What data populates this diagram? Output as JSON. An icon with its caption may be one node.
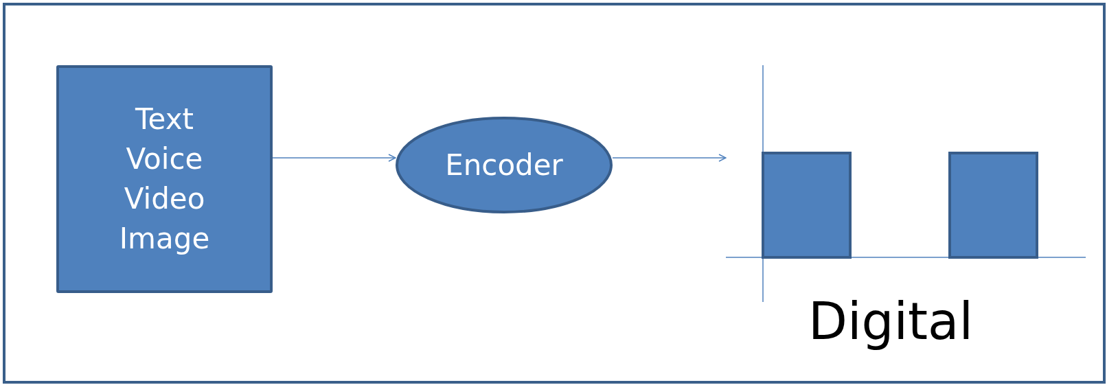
{
  "diagram": {
    "nodes": [
      {
        "text": [
          "Text Voice Video Image"
        ]
      },
      {
        "text": [
          "Encoder"
        ]
      },
      {
        "text": [],
        "shape": "picture",
        "beside": [
          "Digital"
        ]
      }
    ],
    "edges": [
      {
        "from": 0,
        "to": 1,
        "arrow": "to"
      },
      {
        "from": 1,
        "to": 2,
        "arrow": "to"
      }
    ]
  }
}
